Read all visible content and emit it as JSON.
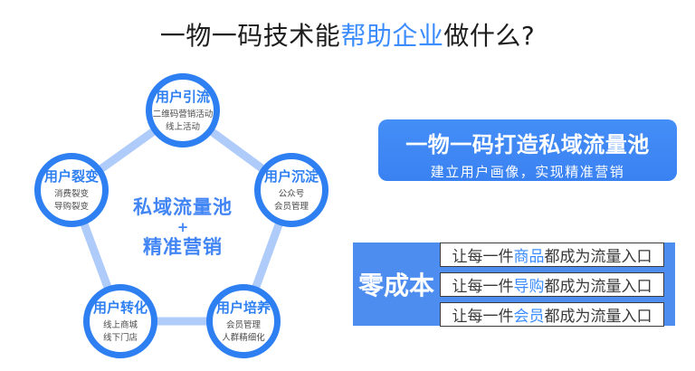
{
  "title": {
    "prefix": "一物一码技术能",
    "highlight": "帮助企业",
    "suffix": "做什么?"
  },
  "diagram": {
    "center": {
      "line1": "私域流量池",
      "plus": "+",
      "line2": "精准营销"
    },
    "nodes": [
      {
        "title": "用户引流",
        "sub1": "二维码营销活动",
        "sub2": "线上活动"
      },
      {
        "title": "用户裂变",
        "sub1": "消费裂变",
        "sub2": "导购裂变"
      },
      {
        "title": "用户沉淀",
        "sub1": "公众号",
        "sub2": "会员管理"
      },
      {
        "title": "用户转化",
        "sub1": "线上商城",
        "sub2": "线下门店"
      },
      {
        "title": "用户培养",
        "sub1": "会员管理",
        "sub2": "人群精细化"
      }
    ]
  },
  "banner": {
    "title": "一物一码打造私域流量池",
    "subtitle": "建立用户画像，实现精准营销"
  },
  "cost": {
    "label": "零成本",
    "rows": [
      {
        "prefix": "让每一件",
        "keyword": "商品",
        "suffix": "都成为流量入口"
      },
      {
        "prefix": "让每一件",
        "keyword": "导购",
        "suffix": "都成为流量入口"
      },
      {
        "prefix": "让每一件",
        "keyword": "会员",
        "suffix": "都成为流量入口"
      }
    ]
  },
  "colors": {
    "ring_blue": "#2E7FF2",
    "connector_blue": "#AECBFA",
    "center_text_blue": "#4285F4",
    "banner_blue": "#3D86F4",
    "cost_blue": "#4E8DF0",
    "highlight_blue": "#3B8CFF"
  }
}
